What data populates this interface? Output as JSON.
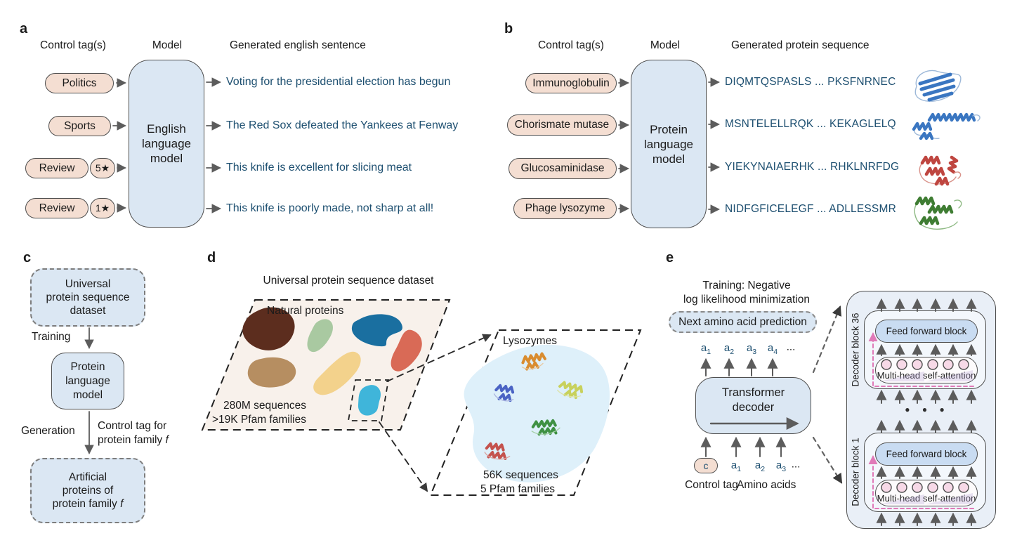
{
  "colors": {
    "tag_fill": "#f4ded2",
    "tag_border": "#4f4f4f",
    "model_fill": "#dbe7f3",
    "model_border": "#4f4f4f",
    "blue_text": "#1d4f70",
    "arrow": "#5c5c5c",
    "dashed_border": "#7d7d7d",
    "panel_fill": "#e9eff7",
    "inner_fill": "#f3f7fc",
    "ff_fill": "#c9dcf2",
    "mh_fill": "#fdfbfc",
    "circle_fill": "#f7d9e7",
    "pink": "#e07ab8",
    "dataset_fill": "#f8f1eb",
    "lysozyme_fill": "#def0fa",
    "blob_brown": "#5c2d1e",
    "blob_green": "#a9c9a1",
    "blob_teal": "#1a6fa0",
    "blob_salmon": "#d96a56",
    "blob_tan": "#b68e61",
    "blob_cream": "#f3d28c",
    "blob_cyan": "#3fb5da",
    "protein_blue": "#3a76c1",
    "protein_blue_lt": "#9db8d8",
    "protein_red": "#bf4640",
    "protein_red_lt": "#d9938b",
    "protein_green": "#3f7d33",
    "protein_green_lt": "#8fba84",
    "lys_orange": "#d98c2f",
    "lys_blue": "#4a63c4",
    "lys_yellow": "#c8d15c",
    "lys_green": "#3f9143",
    "lys_red": "#c4524d"
  },
  "panel_a": {
    "label": "a",
    "headers": {
      "tags": "Control tag(s)",
      "model": "Model",
      "output": "Generated english sentence"
    },
    "model": {
      "line1": "English",
      "line2": "language",
      "line3": "model"
    },
    "rows": [
      {
        "tag": "Politics",
        "output": "Voting for the presidential election has begun"
      },
      {
        "tag": "Sports",
        "output": "The Red Sox defeated the Yankees at Fenway"
      },
      {
        "tag": "Review",
        "rating": "5★",
        "output": "This knife is excellent for slicing meat"
      },
      {
        "tag": "Review",
        "rating": "1★",
        "output": "This knife is poorly made, not sharp at all!"
      }
    ]
  },
  "panel_b": {
    "label": "b",
    "headers": {
      "tags": "Control tag(s)",
      "model": "Model",
      "output": "Generated protein sequence"
    },
    "model": {
      "line1": "Protein",
      "line2": "language",
      "line3": "model"
    },
    "rows": [
      {
        "tag": "Immunoglobulin",
        "sequence": "DIQMTQSPASLS ... PKSFNRNEC"
      },
      {
        "tag": "Chorismate mutase",
        "sequence": "MSNTELELLRQK ... KEKAGLELQ"
      },
      {
        "tag": "Glucosaminidase",
        "sequence": "YIEKYNAIAERHK ... RHKLNRFDG"
      },
      {
        "tag": "Phage lysozyme",
        "sequence": "NIDFGFICELEGF ... ADLLESSMR"
      }
    ]
  },
  "panel_c": {
    "label": "c",
    "box1": {
      "line1": "Universal",
      "line2": "protein sequence",
      "line3": "dataset"
    },
    "training_label": "Training",
    "box2": {
      "line1": "Protein",
      "line2": "language",
      "line3": "model"
    },
    "generation_label": "Generation",
    "control_line1": "Control tag for",
    "control_line2": "protein family",
    "control_symbol": "f",
    "box3": {
      "line1": "Artificial",
      "line2": "proteins of",
      "line3": "protein family",
      "symbol": "f"
    }
  },
  "panel_d": {
    "label": "d",
    "title": "Universal protein sequence dataset",
    "natural_label": "Natural proteins",
    "stats_line1": "280M sequences",
    "stats_line2": ">19K Pfam families",
    "subset_label": "Lysozymes",
    "subset_line1": "56K sequences",
    "subset_line2": "5 Pfam families"
  },
  "panel_e": {
    "label": "e",
    "title_line1": "Training: Negative",
    "title_line2": "log likelihood minimization",
    "objective": "Next amino acid prediction",
    "outputs": [
      {
        "base": "a",
        "sub": "1"
      },
      {
        "base": "a",
        "sub": "2"
      },
      {
        "base": "a",
        "sub": "3"
      },
      {
        "base": "a",
        "sub": "4"
      }
    ],
    "outputs_ellipsis": "...",
    "decoder": {
      "line1": "Transformer",
      "line2": "decoder"
    },
    "control_token": "c",
    "inputs": [
      {
        "base": "a",
        "sub": "1"
      },
      {
        "base": "a",
        "sub": "2"
      },
      {
        "base": "a",
        "sub": "3"
      }
    ],
    "inputs_ellipsis": "...",
    "control_label": "Control tag",
    "amino_label": "Amino acids",
    "blocks": [
      {
        "label": "Decoder block 36",
        "ff": "Feed forward block",
        "attn": "Multi-head self-attention"
      },
      {
        "label": "Decoder block 1",
        "ff": "Feed forward block",
        "attn": "Multi-head self-attention"
      }
    ],
    "stack_dots": "● ● ●"
  }
}
